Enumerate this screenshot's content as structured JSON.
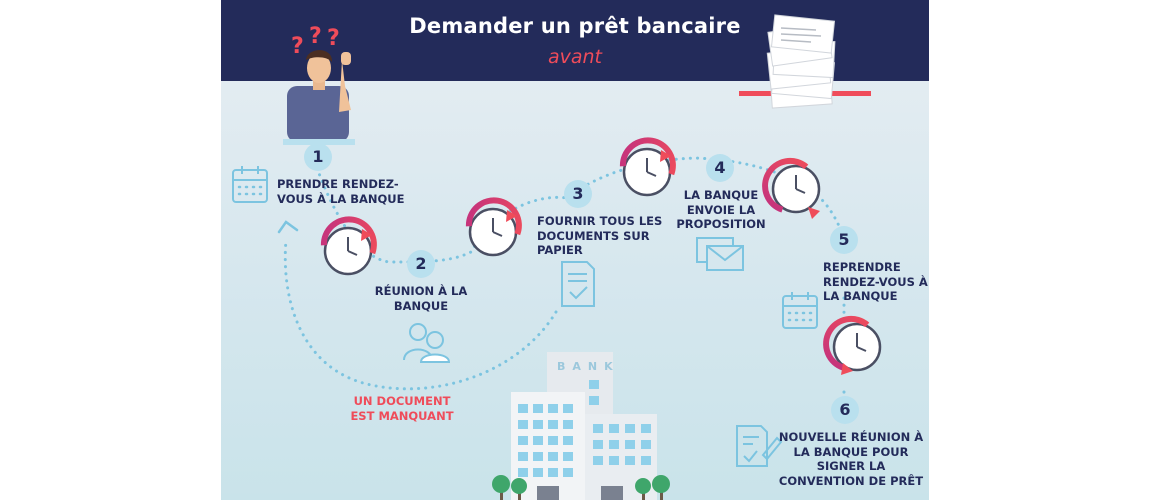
{
  "header": {
    "title": "Demander un prêt bancaire",
    "subtitle": "avant"
  },
  "steps": [
    {
      "number": "1",
      "label": "Prendre rendez-\nvous à la banque"
    },
    {
      "number": "2",
      "label": "Réunion à la\nbanque"
    },
    {
      "number": "3",
      "label": "Fournir tous les\ndocuments sur\npapier"
    },
    {
      "number": "4",
      "label": "La banque\nenvoie la\nproposition"
    },
    {
      "number": "5",
      "label": "Reprendre\nrendez-vous à\nla banque"
    },
    {
      "number": "6",
      "label": "Nouvelle réunion à\nla banque pour\nsigner la\nconvention de prêt"
    }
  ],
  "loop_note": "Un document\nest manquant",
  "bank_sign": "BANK",
  "colors": {
    "navy": "#232b5a",
    "accent_red": "#ef4c5a",
    "light_blue": "#b9e0ee",
    "icon_blue": "#7cc4e0"
  },
  "icons": [
    "question-marks-icon",
    "paper-stack-icon",
    "calendar-icon",
    "clock-icon",
    "people-icon",
    "document-check-icon",
    "envelopes-icon",
    "document-sign-icon",
    "bank-building-icon",
    "tree-icon"
  ]
}
